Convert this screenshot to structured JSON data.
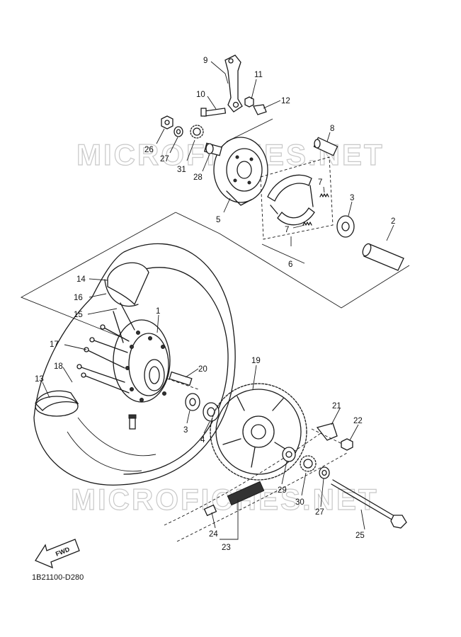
{
  "watermark": "MICROFICHES.NET",
  "diagram_code": "1B21100-D280",
  "fwd_label": "FWD",
  "callouts": {
    "c1": "1",
    "c2": "2",
    "c3a": "3",
    "c3b": "3",
    "c4": "4",
    "c5": "5",
    "c6": "6",
    "c7a": "7",
    "c7b": "7",
    "c8": "8",
    "c9": "9",
    "c10": "10",
    "c11": "11",
    "c12": "12",
    "c13": "13",
    "c14": "14",
    "c15": "15",
    "c16": "16",
    "c17": "17",
    "c18": "18",
    "c19": "19",
    "c20": "20",
    "c21": "21",
    "c22": "22",
    "c23": "23",
    "c24": "24",
    "c25": "25",
    "c26": "26",
    "c27a": "27",
    "c27b": "27",
    "c28": "28",
    "c29": "29",
    "c30": "30",
    "c31": "31"
  }
}
